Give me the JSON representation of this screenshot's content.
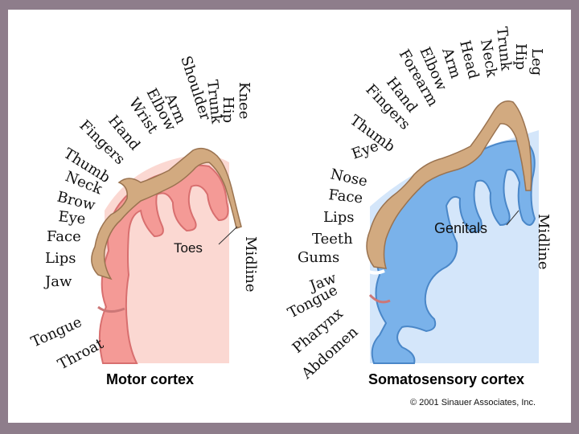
{
  "motor": {
    "title": "Motor cortex",
    "labels": [
      "Toes",
      "Midline",
      "Knee",
      "Hip",
      "Trunk",
      "Shoulder",
      "Arm",
      "Elbow",
      "Wrist",
      "Hand",
      "Fingers",
      "Thumb",
      "Neck",
      "Brow",
      "Eye",
      "Face",
      "Lips",
      "Jaw",
      "Tongue",
      "Throat"
    ]
  },
  "somato": {
    "title": "Somatosensory cortex",
    "labels": [
      "Genitals",
      "Midline",
      "Leg",
      "Hip",
      "Trunk",
      "Neck",
      "Head",
      "Arm",
      "Elbow",
      "Forearm",
      "Hand",
      "Fingers",
      "Thumb",
      "Eye",
      "Nose",
      "Face",
      "Lips",
      "Teeth",
      "Gums",
      "Jaw",
      "Tongue",
      "Pharynx",
      "Abdomen"
    ]
  },
  "copyright": "© 2001 Sinauer Associates, Inc.",
  "colors": {
    "motor_fill": "#f49a96",
    "motor_bg": "#fbd8d2",
    "somato_fill": "#7ab2ea",
    "somato_bg": "#d4e6fa",
    "figure": "#d2aa80"
  }
}
